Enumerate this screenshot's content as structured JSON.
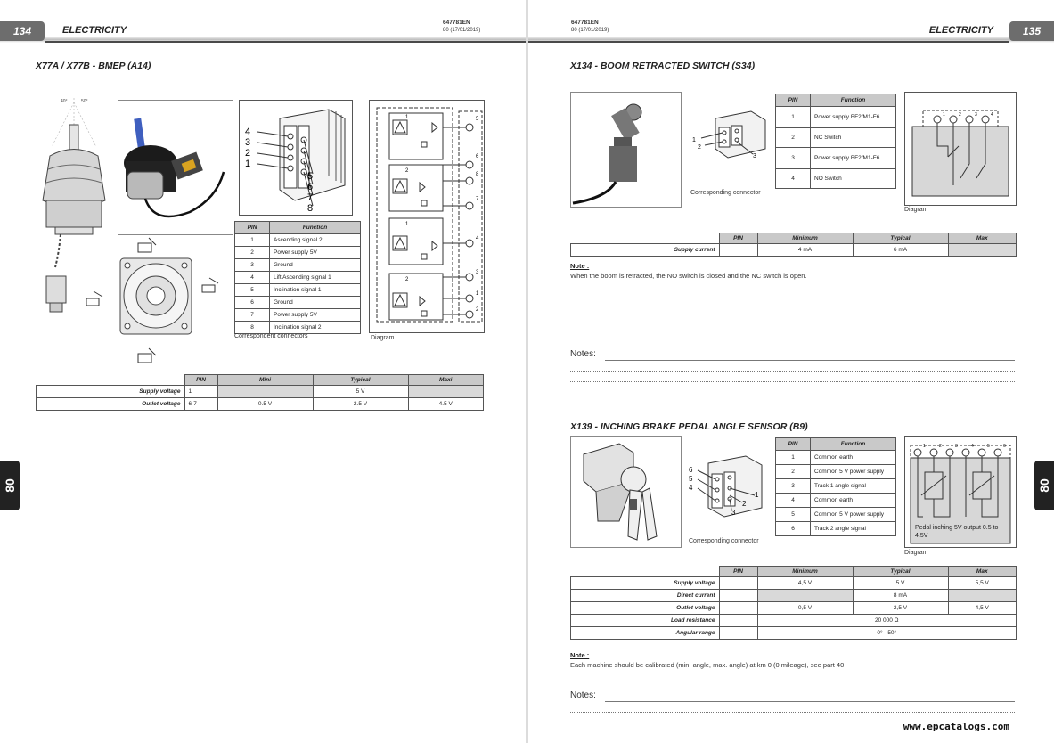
{
  "header": {
    "section": "ELECTRICITY",
    "doc_number": "647781EN",
    "doc_date": "80 (17/01/2019)",
    "left_page": "134",
    "right_page": "135",
    "side_tab": "80"
  },
  "x77": {
    "title": "X77A / X77B - BMEP (A14)",
    "pin_headers": [
      "PIN",
      "Function"
    ],
    "pins": [
      {
        "pin": "1",
        "fn": "Ascending signal 2"
      },
      {
        "pin": "2",
        "fn": "Power supply 5V"
      },
      {
        "pin": "3",
        "fn": "Ground"
      },
      {
        "pin": "4",
        "fn": "Lift Ascending signal 1"
      },
      {
        "pin": "5",
        "fn": "Inclination signal 1"
      },
      {
        "pin": "6",
        "fn": "Ground"
      },
      {
        "pin": "7",
        "fn": "Power supply 5V"
      },
      {
        "pin": "8",
        "fn": "Inclination signal 2"
      }
    ],
    "connector_caption": "Correspondent connectors",
    "diagram_caption": "Diagram",
    "connector_numbers_left": [
      "4",
      "3",
      "2",
      "1"
    ],
    "connector_numbers_right": [
      "5",
      "6",
      "7",
      "8"
    ],
    "diagram_terminals": [
      "5",
      "6",
      "8",
      "7",
      "4",
      "3",
      "1",
      "2"
    ],
    "diagram_blocks": [
      "1",
      "2",
      "1",
      "2"
    ],
    "angle_labels": [
      "40°",
      "50°"
    ],
    "spec_headers": [
      "PIN",
      "Mini",
      "Typical",
      "Maxi"
    ],
    "spec_rows": [
      {
        "label": "Supply voltage",
        "pin": "1",
        "min": "",
        "typ": "5 V",
        "max": ""
      },
      {
        "label": "Outlet voltage",
        "pin": "6-7",
        "min": "0.5 V",
        "typ": "2.5 V",
        "max": "4.5 V"
      }
    ]
  },
  "x134": {
    "title": "X134 - BOOM RETRACTED SWITCH (S34)",
    "pin_headers": [
      "PIN",
      "Function"
    ],
    "pins": [
      {
        "pin": "1",
        "fn": "Power supply BF2/M1-F6"
      },
      {
        "pin": "2",
        "fn": "NC Switch"
      },
      {
        "pin": "3",
        "fn": "Power supply BF2/M1-F6"
      },
      {
        "pin": "4",
        "fn": "NO Switch"
      }
    ],
    "connector_caption": "Corresponding connector",
    "diagram_caption": "Diagram",
    "connector_numbers": [
      "1",
      "2",
      "3"
    ],
    "diagram_terminals": [
      "1",
      "2",
      "3",
      "4"
    ],
    "spec_headers": [
      "PIN",
      "Minimum",
      "Typical",
      "Max"
    ],
    "spec_rows": [
      {
        "label": "Supply current",
        "pin": "",
        "min": "4 mA",
        "typ": "6 mA",
        "max": ""
      }
    ],
    "note_title": "Note :",
    "note_text": "When the boom is retracted, the NO switch is closed and the NC switch is open.",
    "notes_label": "Notes:"
  },
  "x139": {
    "title": "X139 - INCHING BRAKE PEDAL ANGLE SENSOR (B9)",
    "pin_headers": [
      "PIN",
      "Function"
    ],
    "pins": [
      {
        "pin": "1",
        "fn": "Common earth"
      },
      {
        "pin": "2",
        "fn": "Common 5 V power supply"
      },
      {
        "pin": "3",
        "fn": "Track 1 angle signal"
      },
      {
        "pin": "4",
        "fn": "Common earth"
      },
      {
        "pin": "5",
        "fn": "Common 5 V power supply"
      },
      {
        "pin": "6",
        "fn": "Track 2 angle signal"
      }
    ],
    "connector_caption": "Corresponding connector",
    "diagram_caption": "Diagram",
    "connector_numbers_left": [
      "6",
      "5",
      "4"
    ],
    "connector_numbers_right": [
      "1",
      "2",
      "3"
    ],
    "diagram_terminals": [
      "1",
      "2",
      "3",
      "4",
      "5",
      "6"
    ],
    "diagram_text": "Pedal inching 5V output 0.5 to 4.5V",
    "spec_headers": [
      "PIN",
      "Minimum",
      "Typical",
      "Max"
    ],
    "spec_rows": [
      {
        "label": "Supply voltage",
        "pin": "",
        "min": "4,5 V",
        "typ": "5 V",
        "max": "5,5 V"
      },
      {
        "label": "Direct current",
        "pin": "",
        "min": "",
        "typ": "8 mA",
        "max": ""
      },
      {
        "label": "Outlet voltage",
        "pin": "",
        "min": "0,5 V",
        "typ": "2,5 V",
        "max": "4,5 V"
      },
      {
        "label": "Load resistance",
        "pin": "",
        "span": "20 000 Ω"
      },
      {
        "label": "Angular range",
        "pin": "",
        "span": "0° - 50°"
      }
    ],
    "note_title": "Note :",
    "note_text": "Each machine should be calibrated (min. angle, max. angle) at km 0 (0 mileage), see part 40",
    "notes_label": "Notes:"
  },
  "watermark": "www.epcatalogs.com"
}
